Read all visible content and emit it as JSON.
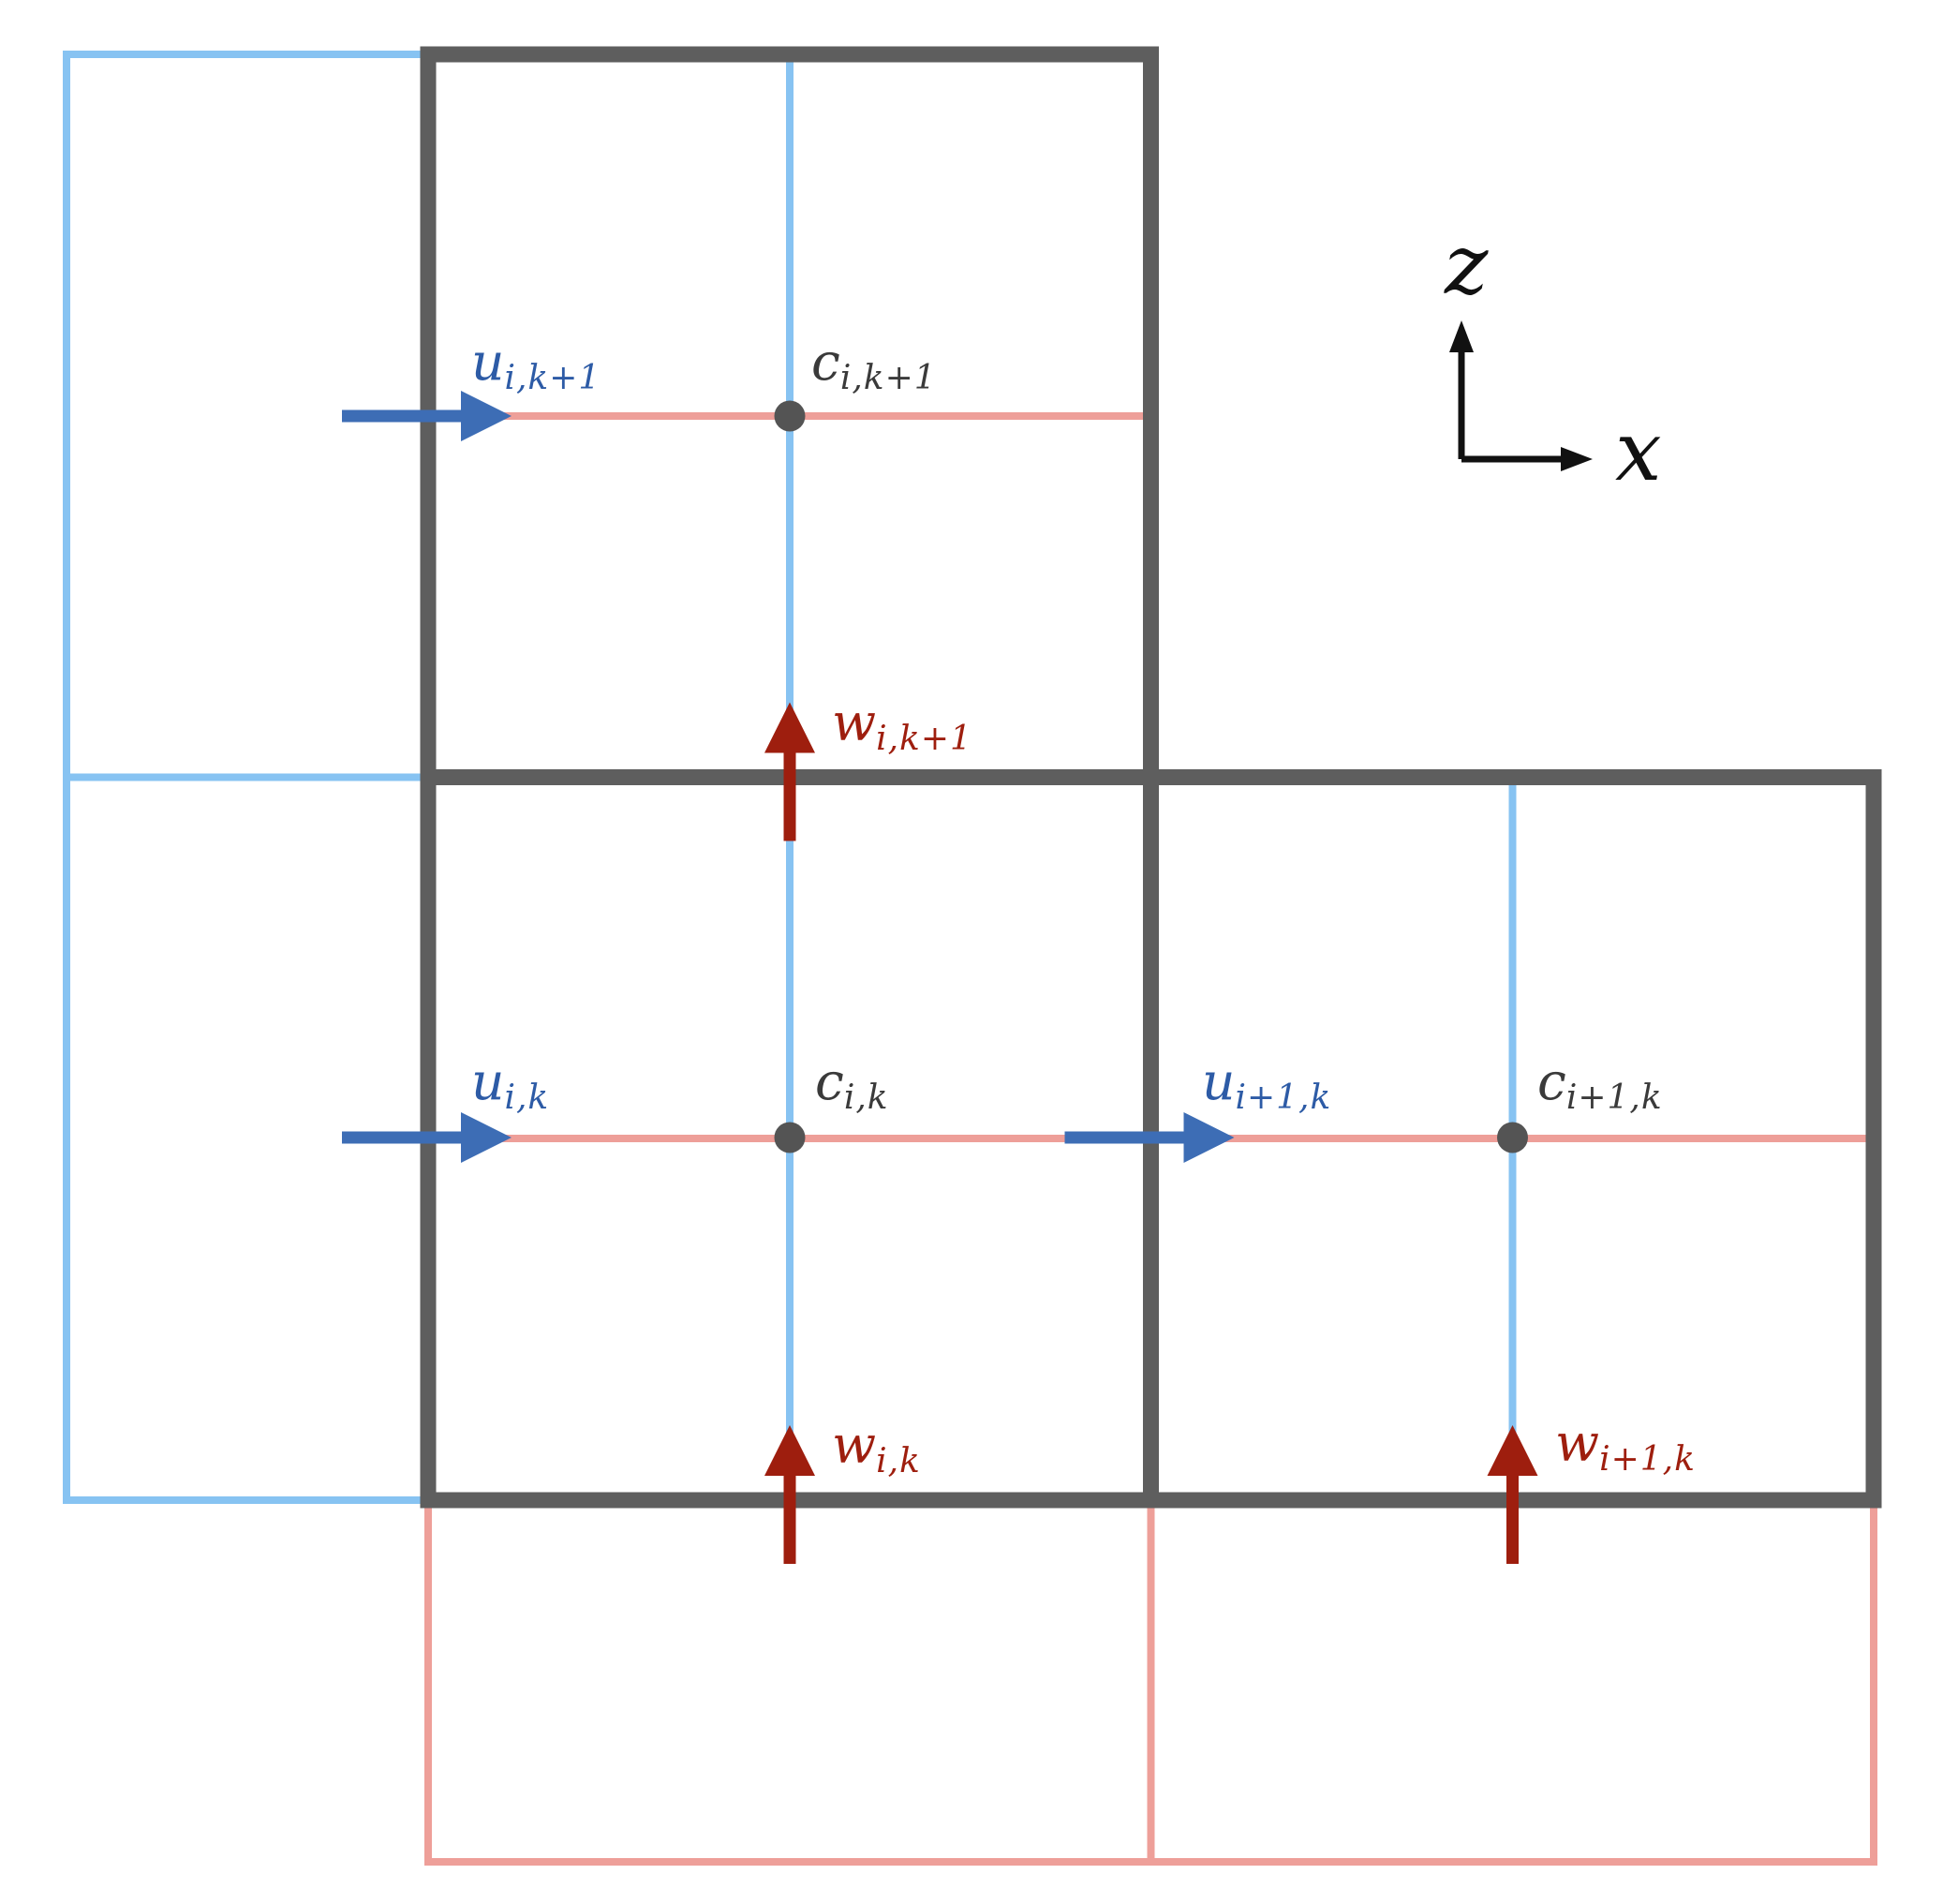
{
  "labels": {
    "u_top": {
      "main": "u",
      "sub": "i,k+1"
    },
    "c_top": {
      "main": "c",
      "sub": "i,k+1"
    },
    "w_top": {
      "main": "w",
      "sub": "i,k+1"
    },
    "u_mid": {
      "main": "u",
      "sub": "i,k"
    },
    "c_mid": {
      "main": "c",
      "sub": "i,k"
    },
    "u_right": {
      "main": "u",
      "sub": "i+1,k"
    },
    "c_right": {
      "main": "c",
      "sub": "i+1,k"
    },
    "w_mid": {
      "main": "w",
      "sub": "i,k"
    },
    "w_right": {
      "main": "w",
      "sub": "i+1,k"
    }
  },
  "axes": {
    "vertical_label": "z",
    "horizontal_label": "x"
  },
  "colors": {
    "grid_dark": "#5e5e5e",
    "cell_center_dot": "#545454",
    "u_cell_blue": "#87c3f2",
    "w_cell_pink": "#ee9f99",
    "u_arrow_blue": "#3d6db5",
    "u_text_blue": "#2d5ba6",
    "w_arrow_red": "#9e1e0e",
    "w_text_red": "#9e1e0e",
    "c_text_gray": "#3a3a3a",
    "axis_black": "#111111"
  }
}
